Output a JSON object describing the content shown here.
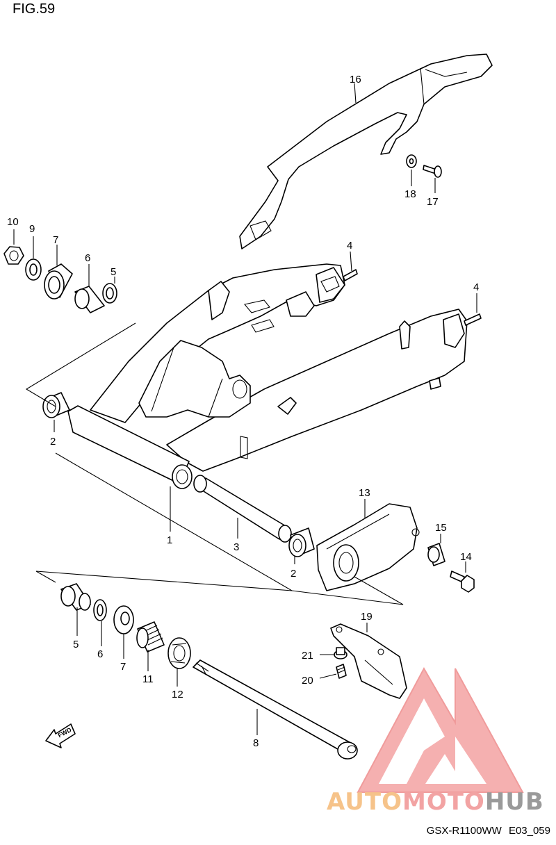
{
  "figure": {
    "title": "FIG.59",
    "model_code": "GSX-R1100WW",
    "drawing_ref": "E03_059"
  },
  "watermark": {
    "part1": "AUTO",
    "part2": "MOTO",
    "part3": "HUB",
    "colors": {
      "auto": "#f6c38a",
      "moto": "#f2a3a3",
      "hub": "#9a9a9a",
      "logo": "#f08080"
    }
  },
  "fwd_label": "FWD",
  "callouts": {
    "c1": "1",
    "c2a": "2",
    "c2b": "2",
    "c3": "3",
    "c4a": "4",
    "c4b": "4",
    "c5a": "5",
    "c5b": "5",
    "c6a": "6",
    "c6b": "6",
    "c7a": "7",
    "c7b": "7",
    "c8": "8",
    "c9": "9",
    "c10": "10",
    "c11": "11",
    "c12": "12",
    "c13": "13",
    "c14": "14",
    "c15": "15",
    "c16": "16",
    "c17": "17",
    "c18": "18",
    "c19": "19",
    "c20": "20",
    "c21": "21"
  }
}
